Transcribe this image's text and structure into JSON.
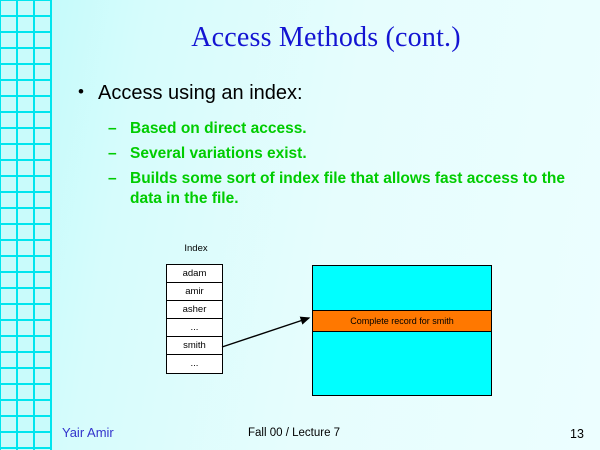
{
  "slide": {
    "title": "Access Methods (cont.)",
    "page_number": "13",
    "background_color": "#ddfcfc",
    "title_color": "#1414d2",
    "sub_bullet_color": "#00cc00"
  },
  "content": {
    "main_bullet": {
      "marker": "•",
      "text": "Access using an index:"
    },
    "sub_bullets": [
      {
        "marker": "–",
        "text": "Based on direct access."
      },
      {
        "marker": "–",
        "text": "Several variations exist."
      },
      {
        "marker": "–",
        "text": "Builds some sort of index file that allows fast access to the data in the file."
      }
    ]
  },
  "diagram": {
    "index_label": "Index",
    "index_entries": [
      "adam",
      "amir",
      "asher",
      "...",
      "smith",
      "..."
    ],
    "record_block": {
      "highlight_label": "Complete record for smith",
      "block_color": "#00ffff",
      "highlight_color": "#ff7800"
    }
  },
  "footer": {
    "author": "Yair Amir",
    "course": "Fall 00 / Lecture 7",
    "page": "13"
  }
}
